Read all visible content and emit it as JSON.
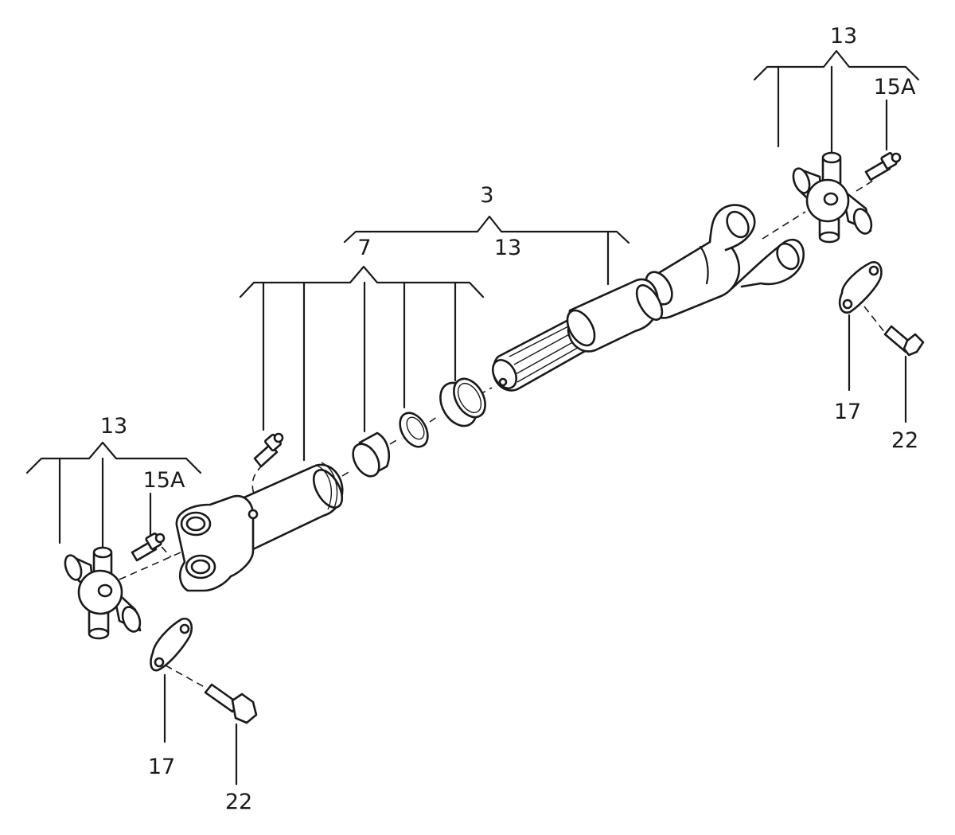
{
  "callouts": {
    "top_right_13": "13",
    "top_right_15a": "15A",
    "center_3": "3",
    "center_13": "13",
    "center_7": "7",
    "right_17": "17",
    "right_22": "22",
    "left_13": "13",
    "left_15a": "15A",
    "left_17": "17",
    "left_22": "22"
  },
  "colors": {
    "line": "#1a1a1a",
    "background": "#ffffff"
  }
}
